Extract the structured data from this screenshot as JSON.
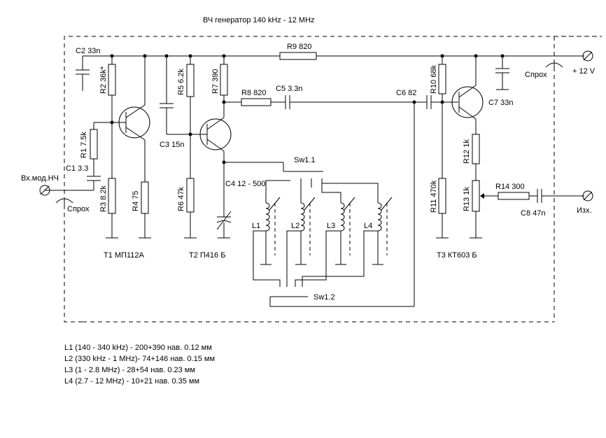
{
  "title": "ВЧ  генератор   140 kHz  -  12 MHz",
  "components": {
    "c2": "C2 33n",
    "r2": "R2 36k*",
    "r1": "R1 7.5k",
    "c1": "C1 3.3",
    "r3": "R3 8.2k",
    "r4": "R4 75",
    "t1": "T1 МП112А",
    "r5": "R5 6.2k",
    "c3": "C3 15n",
    "r6": "R6 47k",
    "t2": "T2 П416 Б",
    "r7": "R7 390",
    "r8": "R8 820",
    "c5": "C5 3.3n",
    "c4": "C4 12 - 500",
    "r9": "R9 820",
    "c6": "C6 82",
    "r10": "R10 68k",
    "r11": "R11 470k",
    "c7": "C7 33n",
    "r12": "R12 1k",
    "r13": "R13 1k",
    "r14": "R14 300",
    "c8": "C8 47n",
    "t3": "T3 КТ603 Б",
    "sw11": "Sw1.1",
    "sw12": "Sw1.2",
    "l1": "L1",
    "l2": "L2",
    "l3": "L3",
    "l4": "L4"
  },
  "terminals": {
    "input": "Вх.мод.НЧ",
    "output": "Изх.",
    "supply": "+ 12 V",
    "feedthrough_left": "Спрох",
    "feedthrough_right": "Спрох"
  },
  "coil_notes": [
    "L1 (140 - 340 kHz)      -  200+390 нав.  0.12 мм",
    "L2 (330 kHz - 1 MHz)- 74+146 нав.    0.15 мм",
    "L3 (1 - 2.8 MHz)        - 28+54 нав.     0.23 мм",
    "L4 (2.7 - 12 MHz)      - 10+21 нав.      0.35 мм"
  ]
}
